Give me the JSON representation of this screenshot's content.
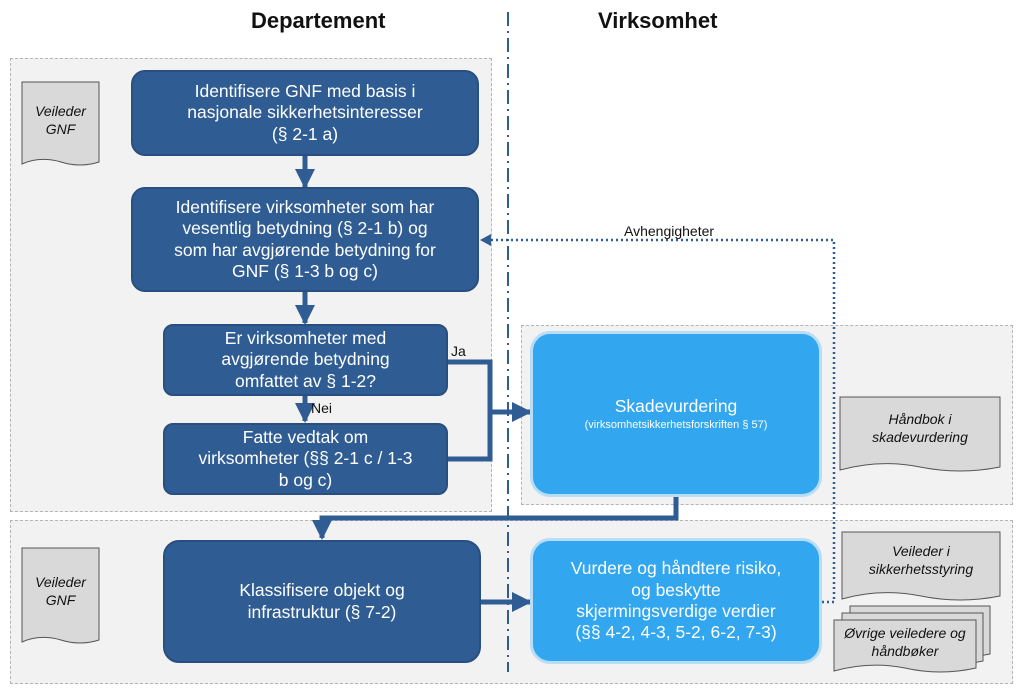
{
  "columns": {
    "left": "Departement",
    "right": "Virksomhet"
  },
  "boxes": {
    "identify_gnf": [
      "Identifisere GNF med basis i",
      "nasjonale  sikkerhetsinteresser",
      "(§ 2-1 a)"
    ],
    "identify_virksomheter": [
      "Identifisere virksomheter  som har",
      "vesentlig  betydning  (§ 2-1 b) og",
      "som har avgjørende  betydning  for",
      "GNF  (§ 1-3 b og c)"
    ],
    "question": [
      "Er virksomheter  med",
      "avgjørende  betydning",
      "omfattet av § 1-2?"
    ],
    "vedtak": [
      "Fatte vedtak om",
      "virksomheter  (§§ 2-1 c / 1-3",
      "b og c)"
    ],
    "klassifisere": [
      "Klassifisere  objekt og",
      "infrastruktur  (§ 7-2)"
    ],
    "skade_title": "Skadevurdering",
    "skade_sub": "(virksomhetsikkerhetsforskriften § 57)",
    "risiko": [
      "Vurdere og håndtere risiko,",
      "og beskytte",
      "skjermingsverdige  verdier",
      "(§§ 4-2, 4-3, 5-2, 6-2, 7-3)"
    ]
  },
  "documents": {
    "veileder_gnf_top": [
      "Veileder",
      "GNF"
    ],
    "veileder_gnf_bottom": [
      "Veileder",
      "GNF"
    ],
    "handbok": [
      "Håndbok i",
      "skadevurdering"
    ],
    "veileder_sikkerhet": [
      "Veileder i",
      "sikkerhetsstyring"
    ],
    "ovrige": [
      "Øvrige veiledere og",
      "håndbøker"
    ]
  },
  "labels": {
    "ja": "Ja",
    "nei": "Nei",
    "avhengigheter": "Avhengigheter"
  },
  "colors": {
    "dark_box": "#2e5c93",
    "light_box": "#32a6ee",
    "arrow": "#2e5c93",
    "divider": "#2e5c93"
  }
}
